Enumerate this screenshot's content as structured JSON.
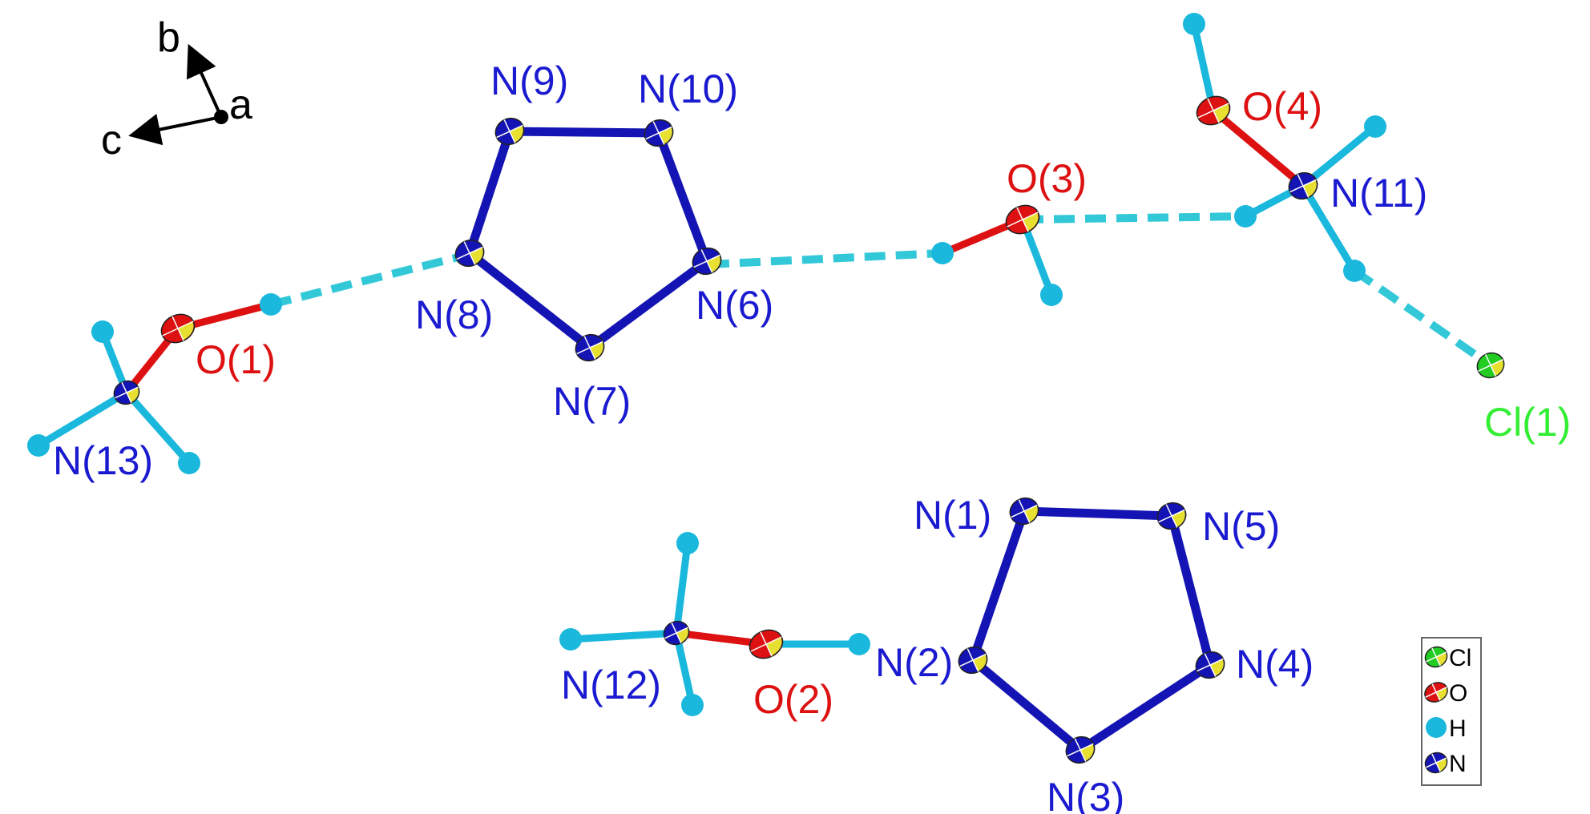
{
  "colors": {
    "nitrogen": "#1414b4",
    "nitrogen_label": "#1a1ad0",
    "oxygen": "#dd1111",
    "oxygen_label": "#dd1111",
    "hydrogen": "#1ab8dc",
    "chlorine": "#22cc22",
    "chlorine_label": "#33ee33",
    "octant": "#e8e030",
    "hbond": "#33c8d8",
    "axis": "#000000"
  },
  "axes": {
    "a": "a",
    "b": "b",
    "c": "c"
  },
  "legend": [
    {
      "element": "Cl",
      "label": "Cl"
    },
    {
      "element": "O",
      "label": "O"
    },
    {
      "element": "H",
      "label": "H"
    },
    {
      "element": "N",
      "label": "N"
    }
  ],
  "atoms": [
    {
      "id": "N9",
      "element": "N",
      "label": "N(9)"
    },
    {
      "id": "N10",
      "element": "N",
      "label": "N(10)"
    },
    {
      "id": "N8",
      "element": "N",
      "label": "N(8)"
    },
    {
      "id": "N6",
      "element": "N",
      "label": "N(6)"
    },
    {
      "id": "N7",
      "element": "N",
      "label": "N(7)"
    },
    {
      "id": "N1",
      "element": "N",
      "label": "N(1)"
    },
    {
      "id": "N5",
      "element": "N",
      "label": "N(5)"
    },
    {
      "id": "N2",
      "element": "N",
      "label": "N(2)"
    },
    {
      "id": "N4",
      "element": "N",
      "label": "N(4)"
    },
    {
      "id": "N3",
      "element": "N",
      "label": "N(3)"
    },
    {
      "id": "N11",
      "element": "N",
      "label": "N(11)"
    },
    {
      "id": "N12",
      "element": "N",
      "label": "N(12)"
    },
    {
      "id": "N13",
      "element": "N",
      "label": "N(13)"
    },
    {
      "id": "O1",
      "element": "O",
      "label": "O(1)"
    },
    {
      "id": "O2",
      "element": "O",
      "label": "O(2)"
    },
    {
      "id": "O3",
      "element": "O",
      "label": "O(3)"
    },
    {
      "id": "O4",
      "element": "O",
      "label": "O(4)"
    },
    {
      "id": "Cl1",
      "element": "Cl",
      "label": "Cl(1)"
    }
  ]
}
